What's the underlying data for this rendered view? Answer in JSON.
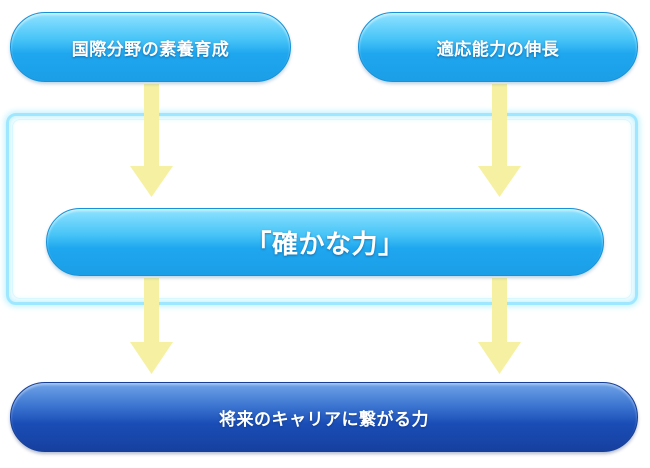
{
  "nodes": {
    "top_left": "国際分野の素養育成",
    "top_right": "適応能力の伸長",
    "center": "「確かな力」",
    "bottom": "将来のキャリアに繋がる力"
  },
  "colors": {
    "cyan_pill": "#1ea6ee",
    "navy_pill": "#1a4db6",
    "arrow": "#f6f1a2",
    "frame": "#9fe7ff"
  },
  "edges": [
    {
      "from": "top_left",
      "to": "center"
    },
    {
      "from": "top_right",
      "to": "center"
    },
    {
      "from": "center",
      "to": "bottom"
    },
    {
      "from": "center",
      "to": "bottom"
    }
  ]
}
